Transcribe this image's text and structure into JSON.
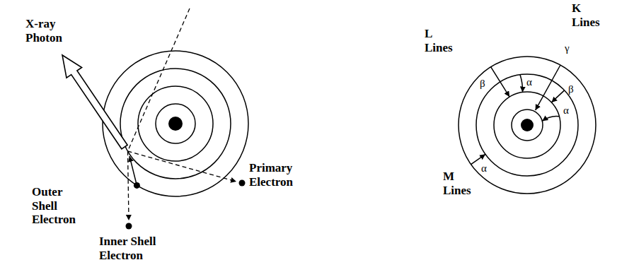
{
  "diagram": {
    "labels": [
      "X-ray Photon",
      "Outer Shell Electron",
      "Inner Shell Electron",
      "Primary Electron",
      "L Lines",
      "β",
      "α",
      "K Lines",
      "γ",
      "β",
      "α",
      "M Lines",
      "α"
    ]
  }
}
